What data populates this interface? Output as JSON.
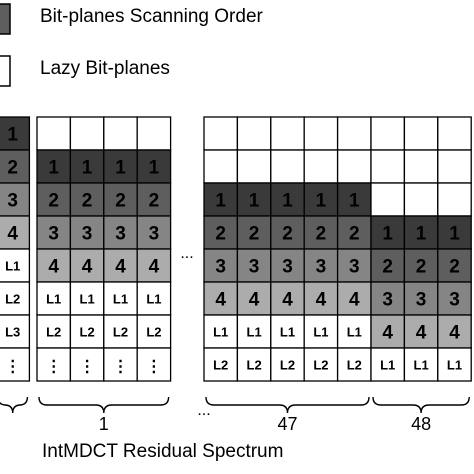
{
  "legend": {
    "scanning_label": "Bit-planes Scanning Order",
    "lazy_label": "Lazy Bit-planes"
  },
  "axis_title": "IntMDCT Residual Spectrum",
  "separator": "...",
  "groups": [
    {
      "label": "",
      "columns": [
        [
          "1",
          "2",
          "3",
          "4",
          "L1",
          "L2",
          "L3",
          "⋮"
        ]
      ]
    },
    {
      "label": "1",
      "columns": [
        [
          "",
          "1",
          "2",
          "3",
          "4",
          "L1",
          "L2",
          "⋮"
        ],
        [
          "",
          "1",
          "2",
          "3",
          "4",
          "L1",
          "L2",
          "⋮"
        ],
        [
          "",
          "1",
          "2",
          "3",
          "4",
          "L1",
          "L2",
          "⋮"
        ],
        [
          "",
          "1",
          "2",
          "3",
          "4",
          "L1",
          "L2",
          "⋮"
        ]
      ]
    },
    {
      "label": "47",
      "columns": [
        [
          "",
          "",
          "1",
          "2",
          "3",
          "4",
          "L1",
          "L2"
        ],
        [
          "",
          "",
          "1",
          "2",
          "3",
          "4",
          "L1",
          "L2"
        ],
        [
          "",
          "",
          "1",
          "2",
          "3",
          "4",
          "L1",
          "L2"
        ],
        [
          "",
          "",
          "1",
          "2",
          "3",
          "4",
          "L1",
          "L2"
        ],
        [
          "",
          "",
          "1",
          "2",
          "3",
          "4",
          "L1",
          "L2"
        ]
      ]
    },
    {
      "label": "48",
      "columns": [
        [
          "",
          "",
          "",
          "1",
          "2",
          "3",
          "4",
          "L1"
        ],
        [
          "",
          "",
          "",
          "1",
          "2",
          "3",
          "4",
          "L1"
        ],
        [
          "",
          "",
          "",
          "1",
          "2",
          "3",
          "4",
          "L1"
        ]
      ]
    }
  ],
  "colors": {
    "level_1": "#3a3a3a",
    "level_2": "#5e5e5e",
    "level_3": "#858585",
    "level_4": "#acacac",
    "lazy": "#ffffff",
    "empty": "#ffffff"
  }
}
